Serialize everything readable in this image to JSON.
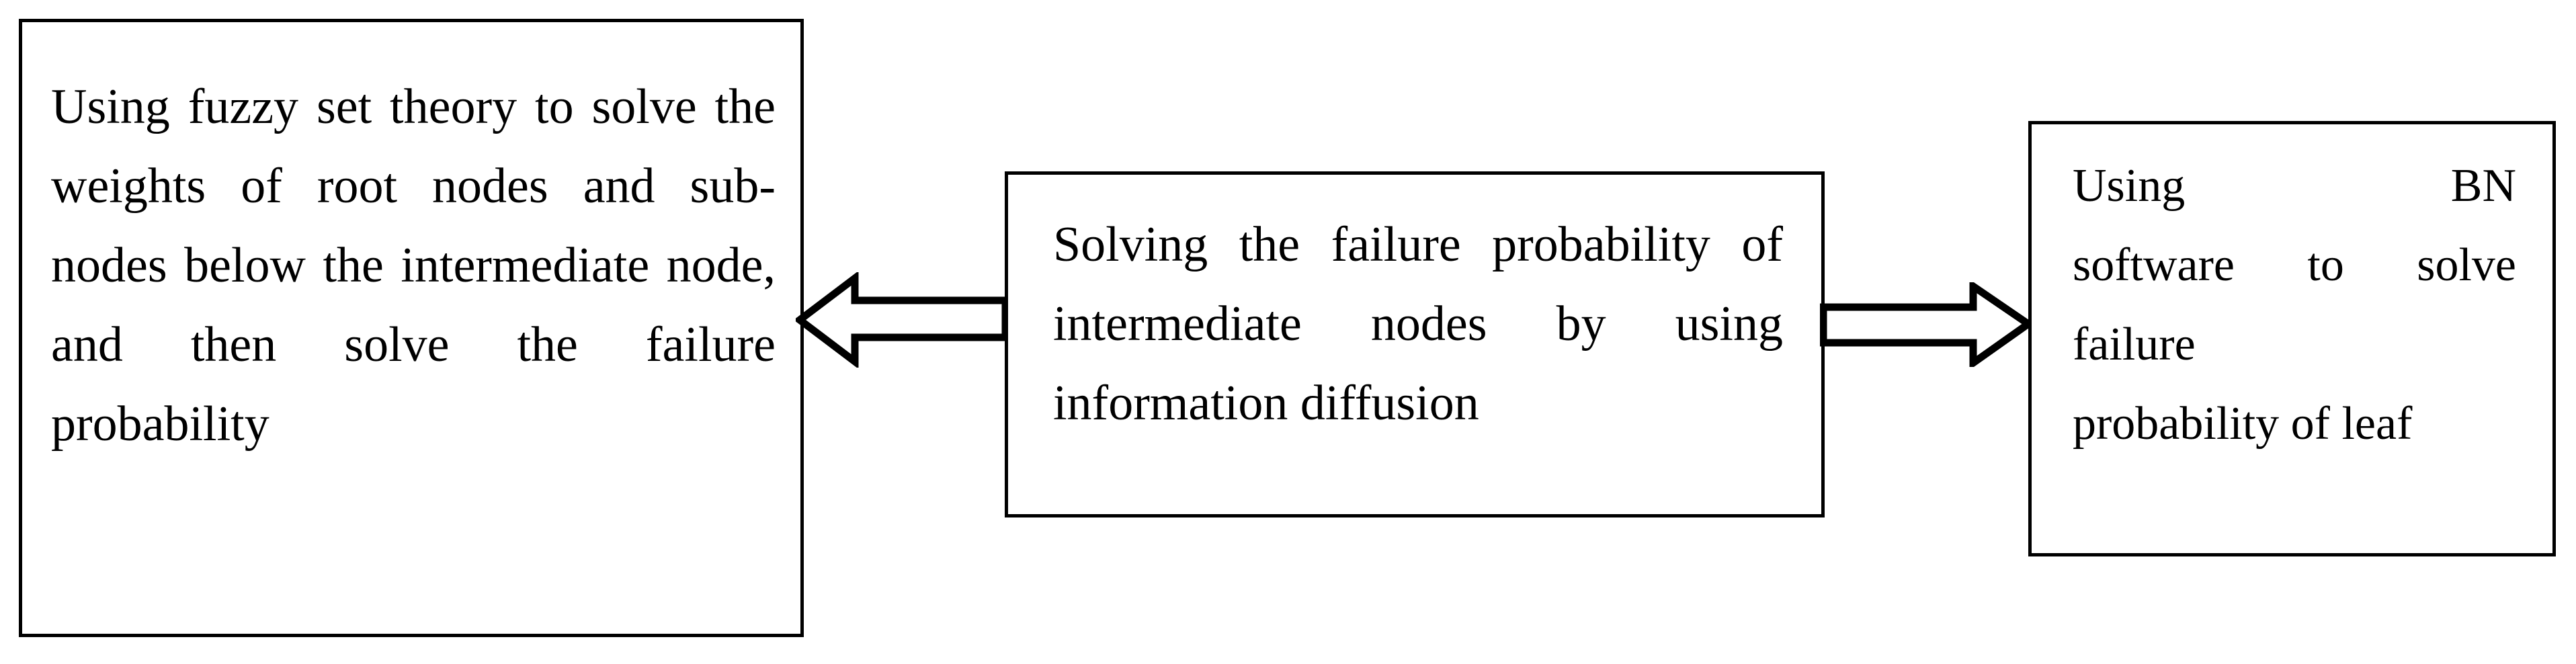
{
  "diagram": {
    "type": "flowchart",
    "orientation": "horizontal",
    "background_color": "#ffffff",
    "line_color": "#000000",
    "text_color": "#000000",
    "boxes": [
      {
        "id": "left-box",
        "name": "fuzzy-set-theory-box",
        "text": "Using fuzzy set theory to solve the weights of root nodes and sub-nodes below the intermediate node, and then solve the failure probability",
        "align": "justify",
        "position": "left"
      },
      {
        "id": "middle-box",
        "name": "information-diffusion-box",
        "text": "Solving the failure probability of intermediate nodes by using information diffusion",
        "align": "justify",
        "position": "center"
      },
      {
        "id": "right-box",
        "name": "bn-software-box",
        "text_line_1": "Using                  BN software to solve failure",
        "text_line_2": "probability of leaf",
        "text": "Using BN software to solve failure probability of leaf",
        "align": "justify",
        "position": "right"
      }
    ],
    "arrows": [
      {
        "id": "arrow-left",
        "name": "arrow-middle-to-left",
        "direction": "left",
        "from": "middle-box",
        "to": "left-box",
        "style": "hollow-block-arrow"
      },
      {
        "id": "arrow-right",
        "name": "arrow-middle-to-right",
        "direction": "right",
        "from": "middle-box",
        "to": "right-box",
        "style": "hollow-block-arrow"
      }
    ]
  }
}
